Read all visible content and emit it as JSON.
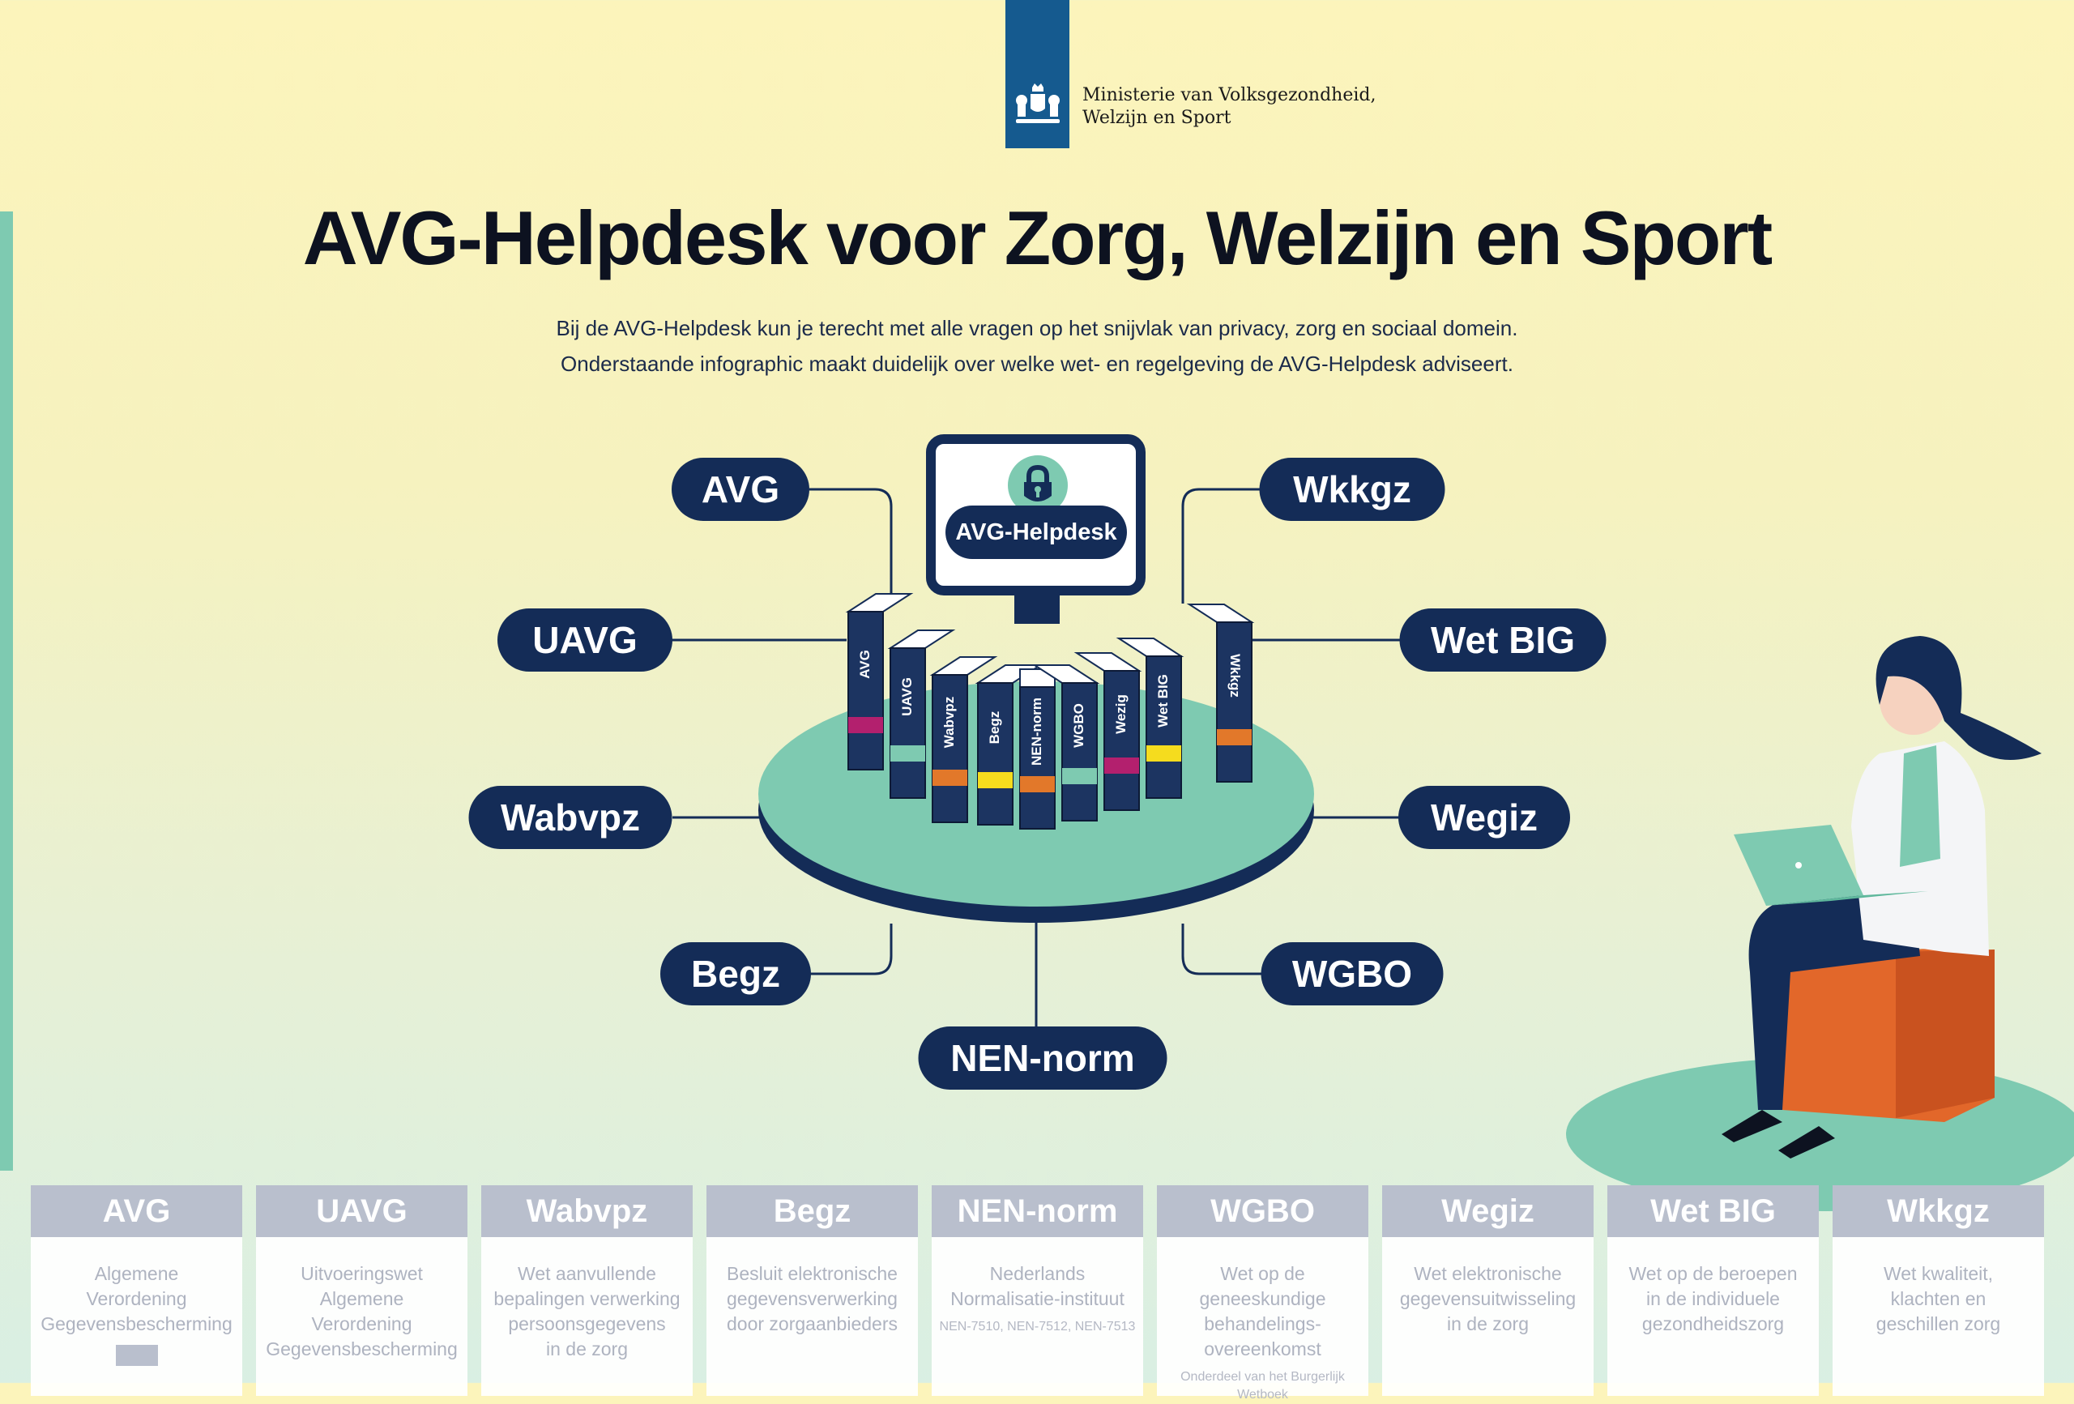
{
  "header": {
    "ministry_lines": [
      "Ministerie van Volksgezondheid,",
      "Welzijn en Sport"
    ],
    "title": "AVG-Helpdesk voor Zorg, Welzijn en Sport",
    "subtitle_lines": [
      "Bij de AVG-Helpdesk kun je terecht met alle vragen op het snijvlak van privacy, zorg en sociaal domein.",
      "Onderstaande infographic maakt duidelijk over welke wet- en regelgeving de AVG-Helpdesk adviseert."
    ]
  },
  "center": {
    "label": "AVG-Helpdesk",
    "icon": "lock-icon"
  },
  "pills": [
    "AVG",
    "UAVG",
    "Wabvpz",
    "Begz",
    "NEN-norm",
    "WGBO",
    "Wegiz",
    "Wet BIG",
    "Wkkgz"
  ],
  "books": [
    {
      "label": "AVG",
      "band": "#b3206e"
    },
    {
      "label": "UAVG",
      "band": "#7ecab1"
    },
    {
      "label": "Wabvpz",
      "band": "#e2782a"
    },
    {
      "label": "Begz",
      "band": "#f5dc1e"
    },
    {
      "label": "NEN-norm",
      "band": "#e2782a"
    },
    {
      "label": "WGBO",
      "band": "#7ecab1"
    },
    {
      "label": "Wezig",
      "band": "#b3206e"
    },
    {
      "label": "Wet BIG",
      "band": "#f5dc1e"
    },
    {
      "label": "Wkkgz",
      "band": "#e2782a"
    }
  ],
  "cards": [
    {
      "title": "AVG",
      "lines": [
        "Algemene",
        "Verordening",
        "Gegevensbescherming"
      ],
      "note": ""
    },
    {
      "title": "UAVG",
      "lines": [
        "Uitvoeringswet",
        "Algemene",
        "Verordening",
        "Gegevensbescherming"
      ],
      "note": ""
    },
    {
      "title": "Wabvpz",
      "lines": [
        "Wet aanvullende",
        "bepalingen verwerking",
        "persoonsgegevens",
        "in de zorg"
      ],
      "note": ""
    },
    {
      "title": "Begz",
      "lines": [
        "Besluit elektronische",
        "gegevensverwerking",
        "door zorgaanbieders"
      ],
      "note": ""
    },
    {
      "title": "NEN-norm",
      "lines": [
        "Nederlands",
        "Normalisatie-instituut"
      ],
      "note": "NEN-7510, NEN-7512, NEN-7513"
    },
    {
      "title": "WGBO",
      "lines": [
        "Wet op de",
        "geneeskundige",
        "behandelings-",
        "overeenkomst"
      ],
      "note": "Onderdeel van het Burgerlijk Wetboek"
    },
    {
      "title": "Wegiz",
      "lines": [
        "Wet elektronische",
        "gegevensuitwisseling",
        "in de zorg"
      ],
      "note": ""
    },
    {
      "title": "Wet BIG",
      "lines": [
        "Wet op de beroepen",
        "in de individuele",
        "gezondheidszorg"
      ],
      "note": ""
    },
    {
      "title": "Wkkgz",
      "lines": [
        "Wet kwaliteit,",
        "klachten en",
        "geschillen zorg"
      ],
      "note": ""
    }
  ],
  "colors": {
    "navy": "#142c57",
    "mint": "#7ecab1",
    "logo_blue": "#155a8f",
    "card_header": "#b9bfcd"
  }
}
